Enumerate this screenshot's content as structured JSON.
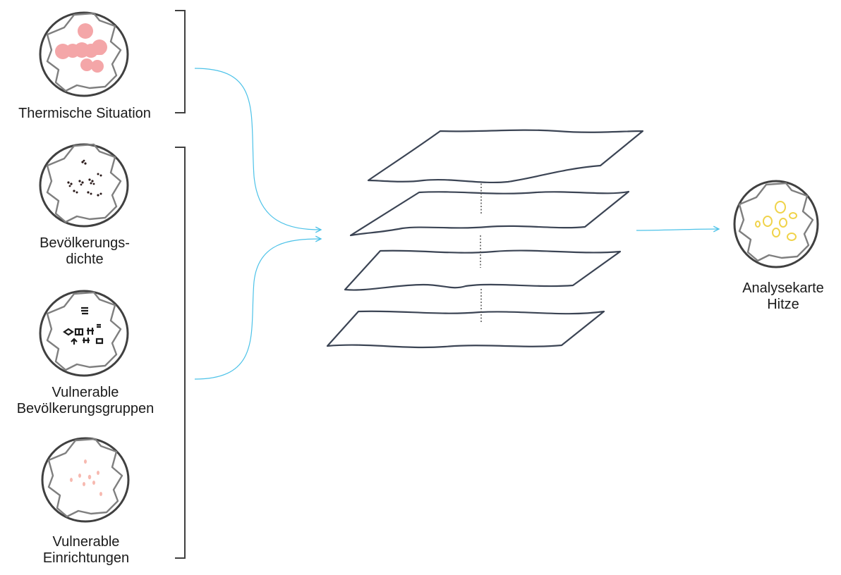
{
  "inputs": [
    {
      "id": "thermal",
      "lines": [
        "Thermische Situation"
      ]
    },
    {
      "id": "density",
      "lines": [
        "Bevölkerungs-",
        "dichte"
      ]
    },
    {
      "id": "vulnerable_groups",
      "lines": [
        "Vulnerable",
        "Bevölkerungsgruppen"
      ]
    },
    {
      "id": "vulnerable_facilities",
      "lines": [
        "Vulnerable",
        "Einrichtungen"
      ]
    }
  ],
  "output": {
    "lines": [
      "Analysekarte",
      "Hitze"
    ]
  },
  "colors": {
    "heat_spots": "#f4a6a8",
    "output_rings": "#f0d34a",
    "flow_arrows": "#4cc2e8",
    "layer_stroke": "#3b4454",
    "facility_marks": "#f7b9b0"
  }
}
